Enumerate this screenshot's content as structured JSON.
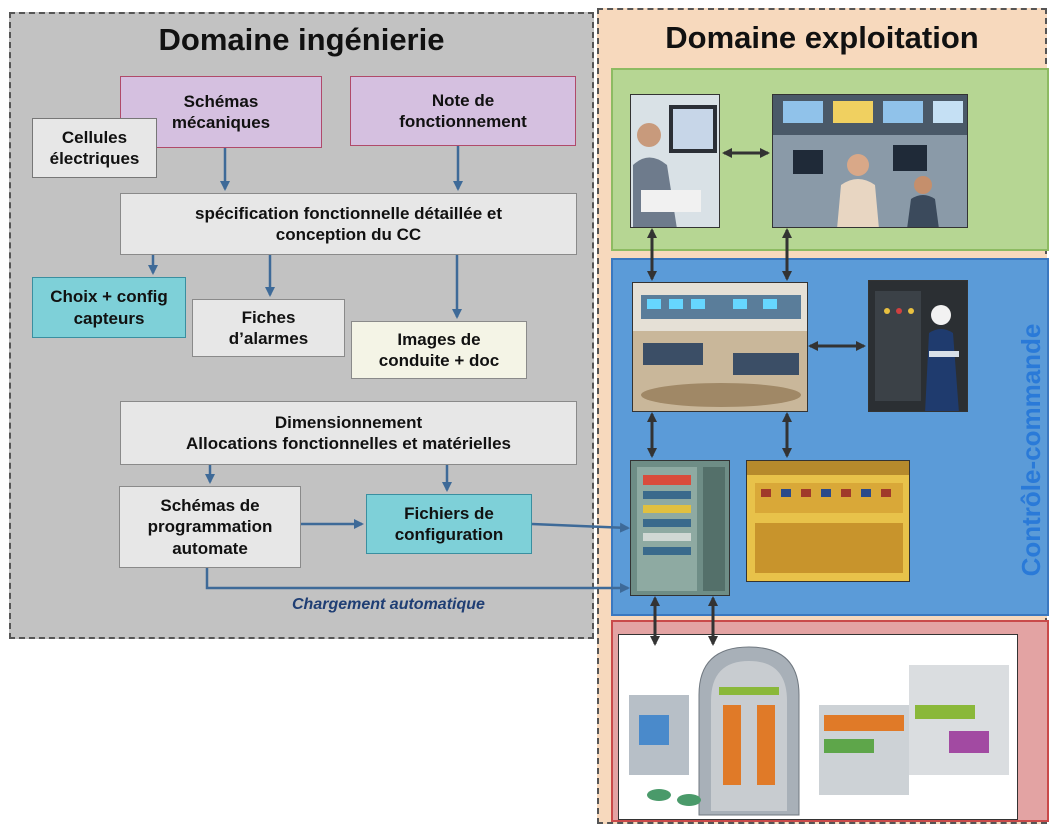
{
  "left_panel": {
    "title": "Domaine ingénierie",
    "boxes": {
      "schemas_meca": "Schémas\nmécaniques",
      "note_fonct": "Note de\nfonctionnement",
      "cellules": "Cellules\nélectriques",
      "specification": "spécification fonctionnelle détaillée et\nconception du CC",
      "choix_capteurs": "Choix + config\ncapteurs",
      "fiches_alarmes": "Fiches\nd’alarmes",
      "images_conduite": "Images de\nconduite + doc",
      "dimensionnement": "Dimensionnement\nAllocations fonctionnelles et matérielles",
      "schemas_prog": "Schémas de\nprogrammation\nautomate",
      "fichiers_config": "Fichiers de\nconfiguration"
    },
    "caption": "Chargement automatique"
  },
  "right_panel": {
    "title": "Domaine exploitation",
    "side_label": "Contrôle-commande"
  },
  "colors": {
    "arrow": "#3e6a98",
    "purple_box": "#d5c0e0",
    "cyan_box": "#7ed0d8",
    "green_zone": "#b6d693",
    "blue_zone": "#5b9bd8",
    "red_zone": "#e3a3a3"
  }
}
